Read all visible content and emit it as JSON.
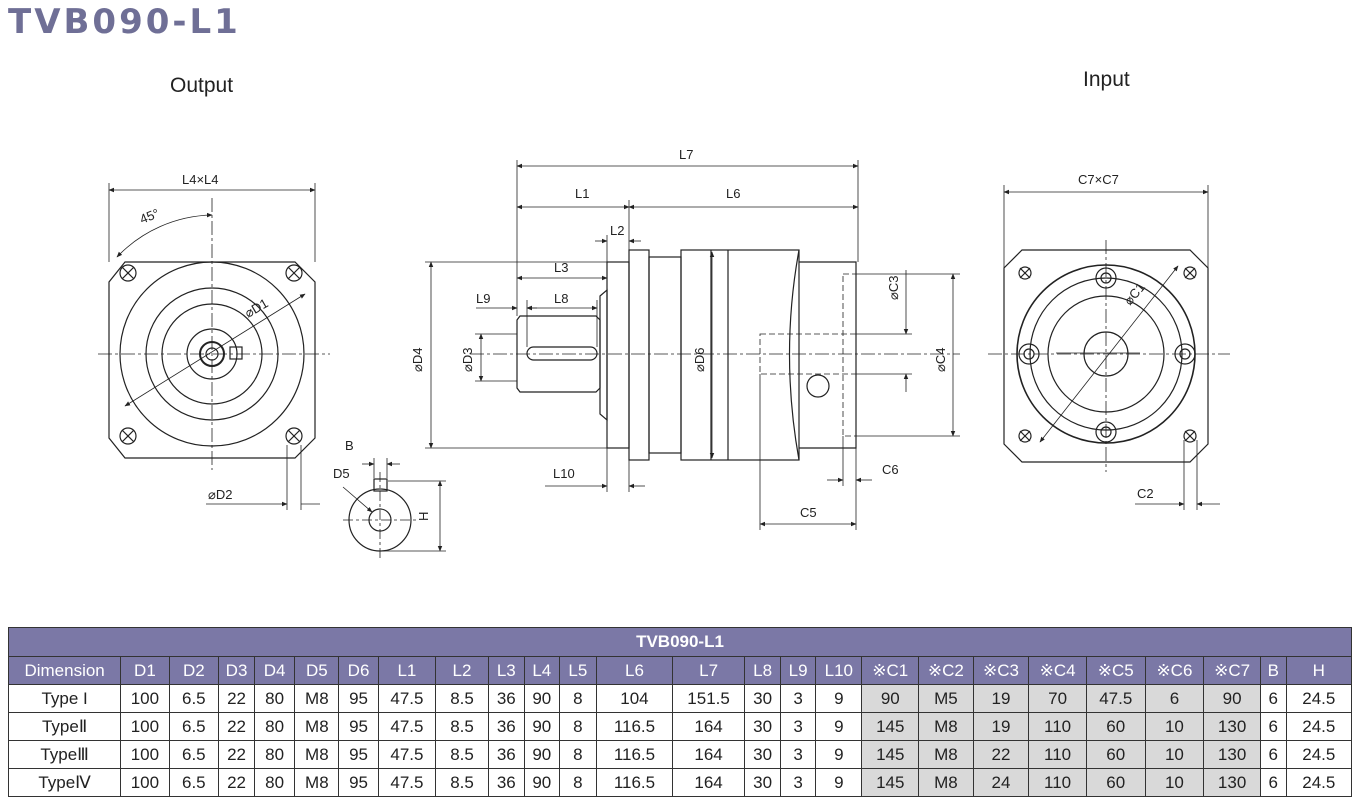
{
  "title": "TVB090-L1",
  "views": {
    "output": "Output",
    "input": "Input"
  },
  "dims": {
    "l4xl4": "L4×L4",
    "deg": "45°",
    "d1": "⌀D1",
    "d2": "⌀D2",
    "b": "B",
    "d5": "D5",
    "h": "H",
    "l7": "L7",
    "l1": "L1",
    "l6": "L6",
    "l2": "L2",
    "l3": "L3",
    "l9": "L9",
    "l8": "L8",
    "d4": "⌀D4",
    "d3": "⌀D3",
    "d6": "⌀D6",
    "c3": "⌀C3",
    "c4": "⌀C4",
    "l10": "L10",
    "c6": "C6",
    "c5": "C5",
    "c7xc7": "C7×C7",
    "c1": "⌀C1",
    "c2": "C2"
  },
  "table": {
    "caption": "TVB090-L1",
    "headers": [
      "Dimension",
      "D1",
      "D2",
      "D3",
      "D4",
      "D5",
      "D6",
      "L1",
      "L2",
      "L3",
      "L4",
      "L5",
      "L6",
      "L7",
      "L8",
      "L9",
      "L10",
      "※C1",
      "※C2",
      "※C3",
      "※C4",
      "※C5",
      "※C6",
      "※C7",
      "B",
      "H"
    ],
    "rows": [
      [
        "Type I",
        "100",
        "6.5",
        "22",
        "80",
        "M8",
        "95",
        "47.5",
        "8.5",
        "36",
        "90",
        "8",
        "104",
        "151.5",
        "30",
        "3",
        "9",
        "90",
        "M5",
        "19",
        "70",
        "47.5",
        "6",
        "90",
        "6",
        "24.5"
      ],
      [
        "TypeⅡ",
        "100",
        "6.5",
        "22",
        "80",
        "M8",
        "95",
        "47.5",
        "8.5",
        "36",
        "90",
        "8",
        "116.5",
        "164",
        "30",
        "3",
        "9",
        "145",
        "M8",
        "19",
        "110",
        "60",
        "10",
        "130",
        "6",
        "24.5"
      ],
      [
        "TypeⅢ",
        "100",
        "6.5",
        "22",
        "80",
        "M8",
        "95",
        "47.5",
        "8.5",
        "36",
        "90",
        "8",
        "116.5",
        "164",
        "30",
        "3",
        "9",
        "145",
        "M8",
        "22",
        "110",
        "60",
        "10",
        "130",
        "6",
        "24.5"
      ],
      [
        "TypeⅣ",
        "100",
        "6.5",
        "22",
        "80",
        "M8",
        "95",
        "47.5",
        "8.5",
        "36",
        "90",
        "8",
        "116.5",
        "164",
        "30",
        "3",
        "9",
        "145",
        "M8",
        "24",
        "110",
        "60",
        "10",
        "130",
        "6",
        "24.5"
      ]
    ]
  },
  "colors": {
    "header_bg": "#7b78a6",
    "title": "#6f6f96",
    "shade": "#d9d9d9"
  }
}
